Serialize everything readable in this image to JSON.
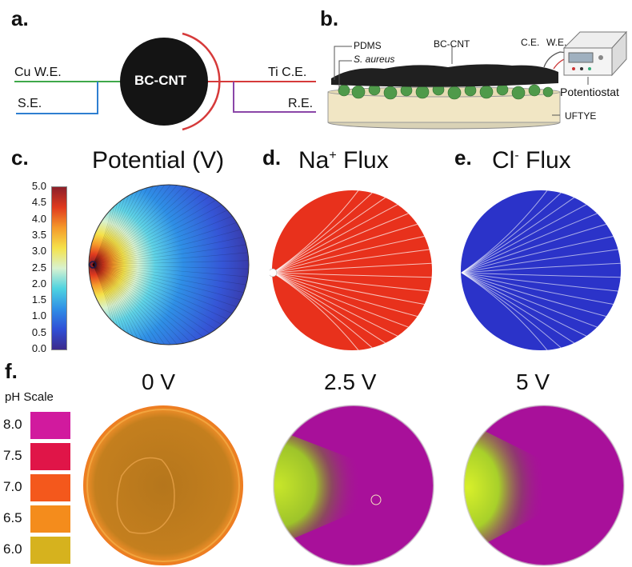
{
  "panels": {
    "a": {
      "letter": "a.",
      "labels": {
        "cu_we": "Cu W.E.",
        "se": "S.E.",
        "center": "BC-CNT",
        "ti_ce": "Ti C.E.",
        "re": "R.E."
      }
    },
    "b": {
      "letter": "b.",
      "labels": {
        "pdms": "PDMS",
        "s_aureus": "S. aureus",
        "bccnt": "BC-CNT",
        "ce": "C.E.",
        "we": "W.E.",
        "potentiostat": "Potentiostat",
        "uftye": "UFTYE"
      }
    },
    "c": {
      "letter": "c.",
      "title": "Potential (V)",
      "colorbar_ticks": [
        "5.0",
        "4.5",
        "4.0",
        "3.5",
        "3.0",
        "2.5",
        "2.0",
        "1.5",
        "1.0",
        "0.5",
        "0.0"
      ],
      "colormap": [
        "#3c2a8c",
        "#2f4fd6",
        "#2f8fe6",
        "#4fd3e0",
        "#d8f2d0",
        "#f5e24a",
        "#f59a2a",
        "#e03a1e",
        "#8c1f2a"
      ]
    },
    "d": {
      "letter": "d.",
      "title": "Na",
      "title_sup": "+",
      "title_tail": " Flux",
      "color": "#e8311c"
    },
    "e": {
      "letter": "e.",
      "title": "Cl",
      "title_sup": "-",
      "title_tail": " Flux",
      "color": "#2b33c9"
    },
    "f": {
      "letter": "f.",
      "scale_title": "pH Scale",
      "scale": [
        {
          "label": "8.0",
          "color": "#d11a9e"
        },
        {
          "label": "7.5",
          "color": "#e01548"
        },
        {
          "label": "7.0",
          "color": "#f4581c"
        },
        {
          "label": "6.5",
          "color": "#f48c1c"
        },
        {
          "label": "6.0",
          "color": "#d6b21e"
        }
      ],
      "dishes": [
        {
          "label": "0 V"
        },
        {
          "label": "2.5 V"
        },
        {
          "label": "5 V"
        }
      ]
    }
  }
}
